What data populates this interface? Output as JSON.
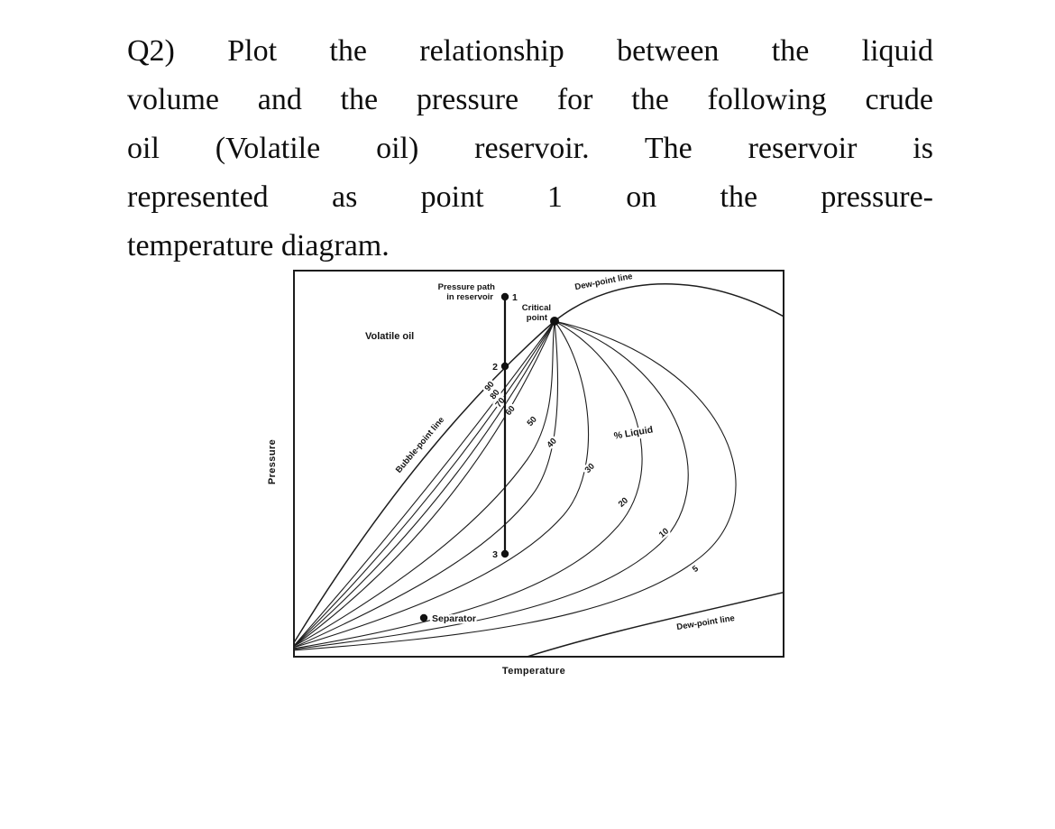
{
  "question": {
    "lines": [
      "Q2) Plot the relationship between the liquid",
      "volume and the pressure for the following crude",
      "oil (Volatile oil) reservoir. The reservoir is",
      "represented as point 1 on the pressure-",
      "temperature diagram."
    ]
  },
  "figure": {
    "x_axis": "Temperature",
    "y_axis": "Pressure",
    "fluid_label": "Volatile oil",
    "pressure_path_line1": "Pressure path",
    "pressure_path_line2": "in reservoir",
    "critical_line1": "Critical",
    "critical_line2": "point",
    "bubble_point_label": "Bubble-point line",
    "dew_point_label_top": "Dew-point line",
    "dew_point_label_bottom": "Dew-point line",
    "percent_liquid_label": "% Liquid",
    "separator_label": "Separator",
    "point_labels": [
      "1",
      "2",
      "3"
    ],
    "quality_labels": [
      "90",
      "80",
      "70",
      "60",
      "50",
      "40",
      "30",
      "20",
      "10",
      "5"
    ]
  },
  "chart_data": {
    "type": "line",
    "title": "",
    "xlabel": "Temperature",
    "ylabel": "Pressure",
    "axes_numeric_labels": false,
    "curves": [
      {
        "name": "Bubble-point line"
      },
      {
        "name": "Dew-point line"
      }
    ],
    "iso_liquid_volume_percent": [
      90,
      80,
      70,
      60,
      50,
      40,
      30,
      20,
      10,
      5
    ],
    "iso_line_unit_label": "% Liquid",
    "fluid": "Volatile oil",
    "marked_points": [
      {
        "label": "1",
        "location": "top of vertical pressure path, above critical point pressure"
      },
      {
        "label": "2",
        "location": "on bubble-point line along the pressure path"
      },
      {
        "label": "3",
        "location": "lower end of vertical pressure path"
      },
      {
        "label": "Separator",
        "location": "low pressure, left of pressure path"
      },
      {
        "label": "Critical point",
        "location": "junction of bubble-point and dew-point lines"
      }
    ],
    "pressure_path": "vertical isothermal line through points 1, 2 and 3"
  }
}
